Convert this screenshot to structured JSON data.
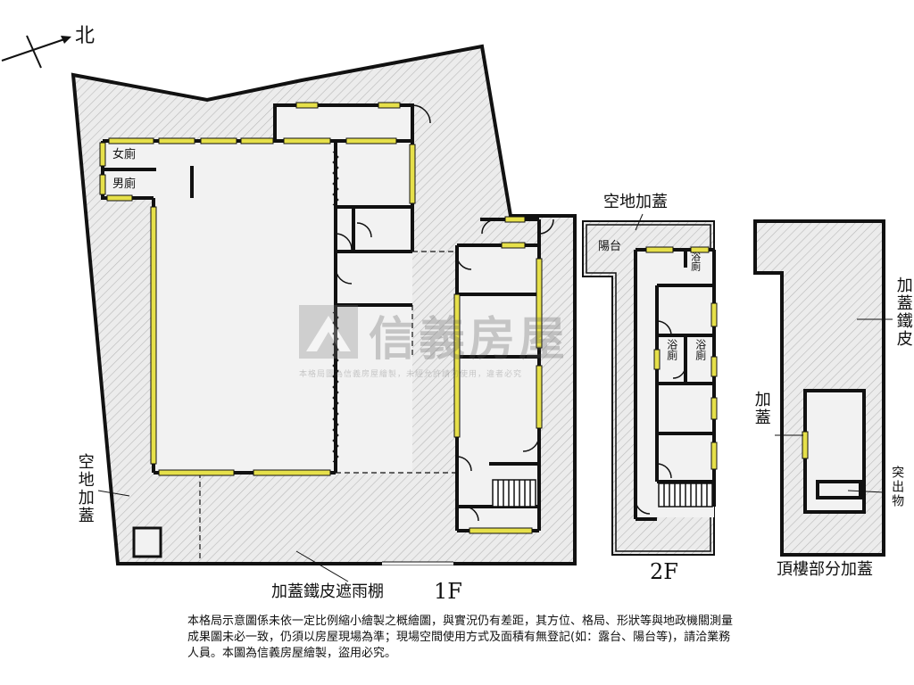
{
  "compass": {
    "north_label": "北"
  },
  "floor1": {
    "label": "1F",
    "rooms": {
      "womens_restroom": "女廁",
      "mens_restroom": "男廁"
    },
    "annotations": {
      "open_area_extension": "空地加蓋",
      "iron_rain_shelter": "加蓋鐵皮遮雨棚"
    }
  },
  "floor2": {
    "label": "2F",
    "annotations": {
      "open_area_extension": "空地加蓋"
    },
    "rooms": {
      "balcony": "陽台",
      "bath_1": "浴廁",
      "bath_2": "浴廁",
      "bath_3": "浴廁"
    }
  },
  "rooftop": {
    "label": "頂樓部分加蓋",
    "annotations": {
      "iron_sheet_extension": "加蓋鐵皮",
      "extension": "加蓋",
      "protrusion": "突出物"
    }
  },
  "watermark": {
    "brand": "信義房屋",
    "notice": "本格局圖為信義房屋繪製，未經允許請勿使用，違者必究"
  },
  "disclaimer": "本格局示意圖係未依一定比例縮小繪製之概繪圖，與實況仍有差距，其方位、格局、形狀等與地政機關測量成果圖未必一致，仍須以房屋現場為準；現場空間使用方式及面積有無登記(如：露台、陽台等)，請洽業務人員。本圖為信義房屋繪製，盜用必究。",
  "colors": {
    "wall": "#111111",
    "window": "#e6e04a",
    "hatch": "#bdbdbd",
    "fill": "#eeeeee"
  }
}
